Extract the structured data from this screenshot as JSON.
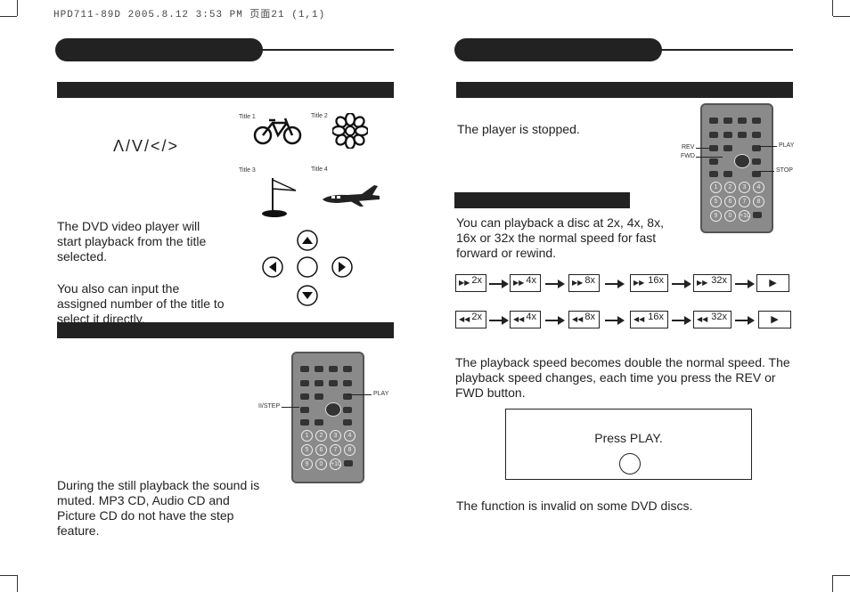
{
  "header_text": "HPD711-89D 2005.8.12 3:53 PM 页面21 (1,1)",
  "left": {
    "nav_symbols": "Λ/V/</>",
    "titles": [
      "Title 1",
      "Title 2",
      "Title 3",
      "Title 4"
    ],
    "para1": "The DVD video player will start playback from the title selected.",
    "para2": "You also can input the assigned number of the title to select it directly.",
    "remote_labels": {
      "step": "II/STEP",
      "play": "PLAY"
    },
    "para3": "During the still playback the sound is muted. MP3 CD, Audio CD and Picture CD do not have the step feature."
  },
  "right": {
    "stopped": "The player is stopped.",
    "remote_labels": {
      "rev": "REV",
      "fwd": "FWD",
      "play": "PLAY",
      "stop": "STOP"
    },
    "speed_para": "You can playback a disc at 2x, 4x, 8x, 16x or 32x the normal speed for fast forward or rewind.",
    "ff_speeds": [
      "2x",
      "4x",
      "8x",
      "16x",
      "32x"
    ],
    "rew_speeds": [
      "2x",
      "4x",
      "8x",
      "16x",
      "32x"
    ],
    "ff_glyph": "▶▶",
    "rew_glyph": "◀◀",
    "play_glyph": "▶",
    "double_para": "The playback speed becomes double the normal speed. The playback speed changes, each time you press the REV or FWD button.",
    "press_play": "Press PLAY.",
    "invalid": "The function is invalid on some DVD discs."
  },
  "remote_keys": [
    "1",
    "2",
    "3",
    "4",
    "5",
    "6",
    "7",
    "8",
    "9",
    "0",
    "+10"
  ]
}
